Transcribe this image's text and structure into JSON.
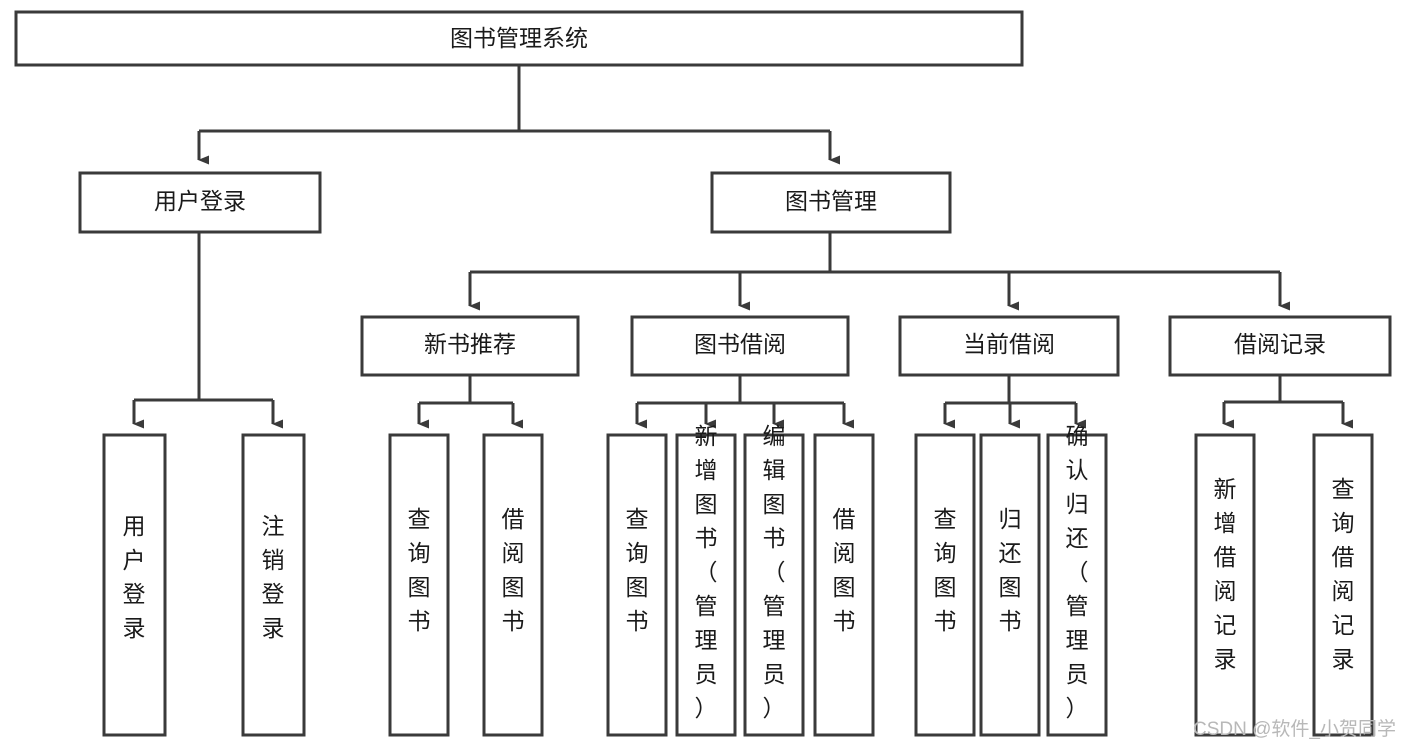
{
  "diagram": {
    "title": "图书管理系统",
    "type": "tree-hierarchy-chart",
    "root": {
      "label": "图书管理系统"
    },
    "level2": [
      {
        "label": "用户登录"
      },
      {
        "label": "图书管理"
      }
    ],
    "level3": [
      {
        "label": "新书推荐"
      },
      {
        "label": "图书借阅"
      },
      {
        "label": "当前借阅"
      },
      {
        "label": "借阅记录"
      }
    ],
    "leaves": [
      {
        "label": "用户登录"
      },
      {
        "label": "注销登录"
      },
      {
        "label": "查询图书"
      },
      {
        "label": "借阅图书"
      },
      {
        "label": "查询图书"
      },
      {
        "label": "新增图书（管理员）"
      },
      {
        "label": "编辑图书（管理员）"
      },
      {
        "label": "借阅图书"
      },
      {
        "label": "查询图书"
      },
      {
        "label": "归还图书"
      },
      {
        "label": "确认归还（管理员）"
      },
      {
        "label": "新增借阅记录"
      },
      {
        "label": "查询借阅记录"
      }
    ]
  },
  "watermark": {
    "text": "CSDN @软件_小贺同学"
  },
  "colors": {
    "stroke": "#3a3a3a",
    "box_fill": "#ffffff",
    "text": "#1a1a1a",
    "watermark": "#b8b8b8",
    "background": "#ffffff"
  }
}
